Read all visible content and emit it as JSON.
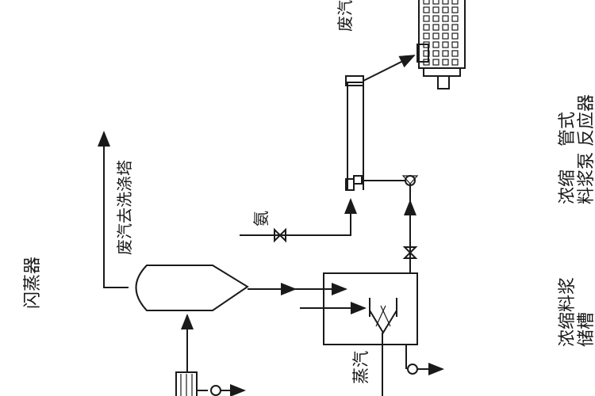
{
  "labels": {
    "waste_gas_to_scrubber": "废汽去洗涤塔",
    "evaporator": "闪蒸器",
    "ammonia": "氨",
    "steam": "蒸汽",
    "waste_top": "废汽",
    "tubular_reactor": "管式反应器",
    "concentrated_slurry_pump": "浓缩料浆泵",
    "concentrated_slurry_tank": "浓缩料浆储槽"
  },
  "colors": {
    "line": "#1a1a1a",
    "background": "#ffffff"
  }
}
